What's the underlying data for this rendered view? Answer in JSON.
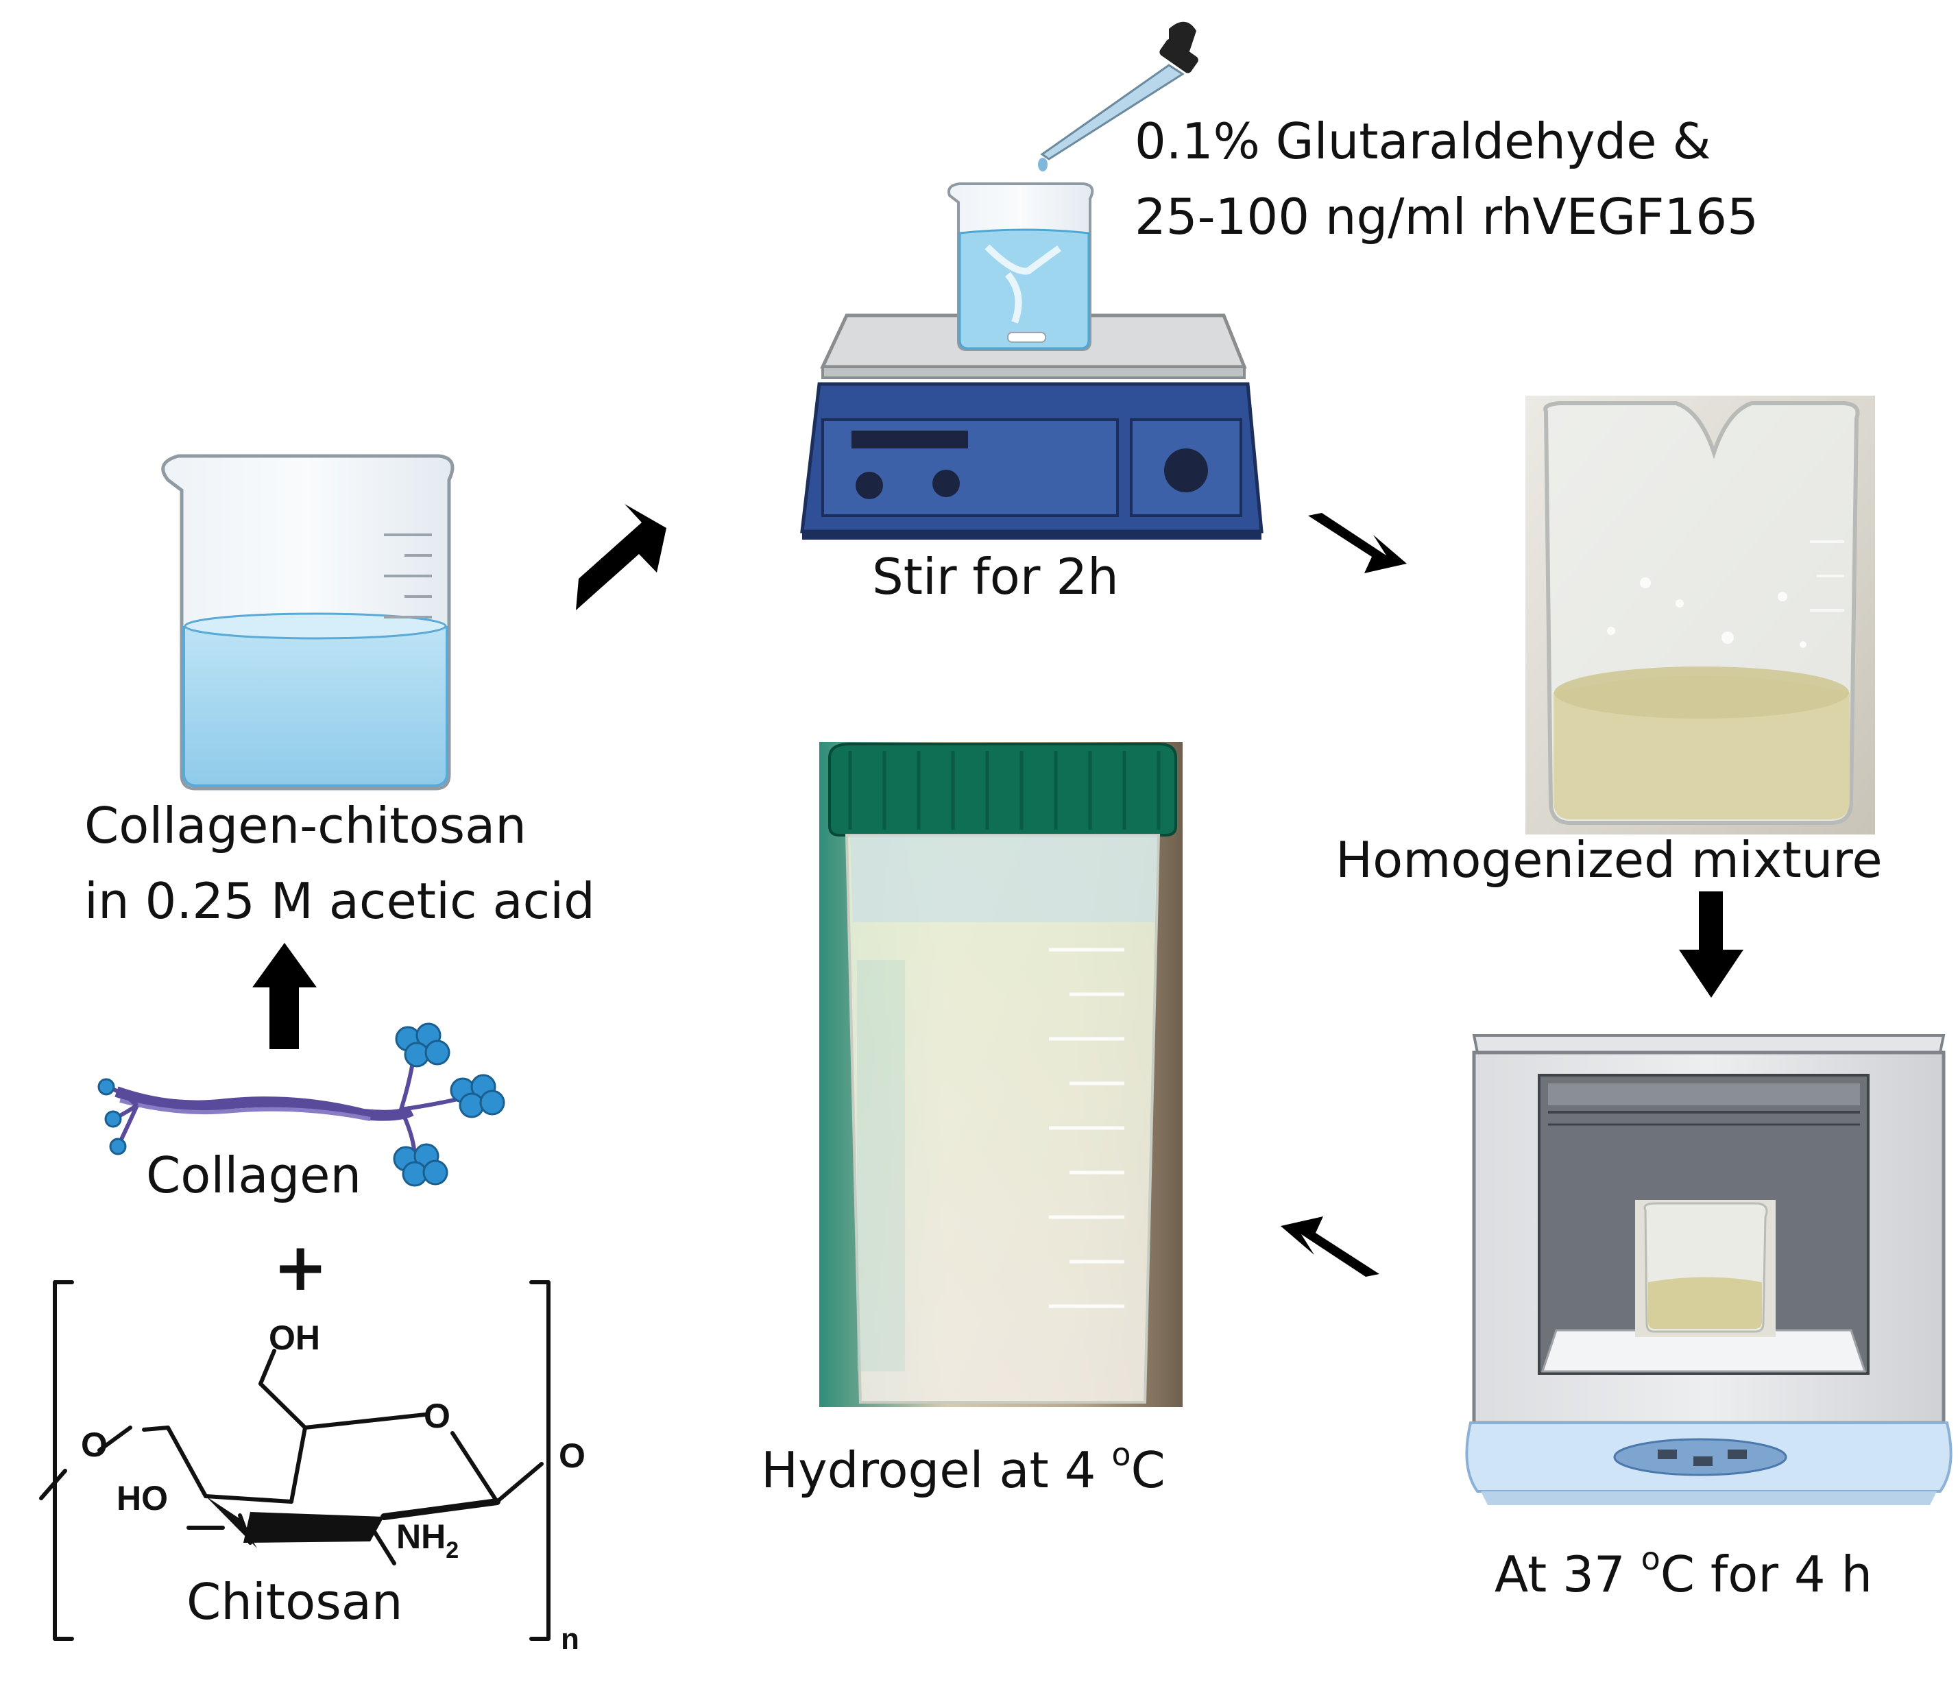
{
  "steps": {
    "start": {
      "label_line1": "Collagen-chitosan",
      "label_line2": "in 0.25 M acetic acid"
    },
    "stir": {
      "additive_line1": "0.1% Glutaraldehyde &",
      "additive_line2": "25-100 ng/ml rhVEGF165",
      "label": "Stir for 2h"
    },
    "homogenized": {
      "label": "Homogenized mixture"
    },
    "incubate": {
      "label_prefix": "At 37 ",
      "label_sup": "o",
      "label_suffix": "C for 4 h"
    },
    "hydrogel": {
      "label_prefix": "Hydrogel at 4 ",
      "label_sup": "o",
      "label_suffix": "C"
    }
  },
  "inputs": {
    "collagen_label": "Collagen",
    "plus": "+",
    "chitosan": {
      "label": "Chitosan",
      "oh_top": "OH",
      "o_ring": "O",
      "o_left": "O",
      "o_right": "O",
      "ho": "HO",
      "nh2_main": "NH",
      "nh2_sub": "2",
      "repeat_n": "n"
    }
  },
  "colors": {
    "liquid_blue": "#a9d8f0",
    "hotplate_blue": "#2f4f96",
    "cap_green": "#0f6f55",
    "mixture_yellow": "#d9d2a2",
    "collagen_purple": "#5a4a9c",
    "collagen_bead_blue": "#2e8fd1",
    "arrow": "#000000"
  }
}
